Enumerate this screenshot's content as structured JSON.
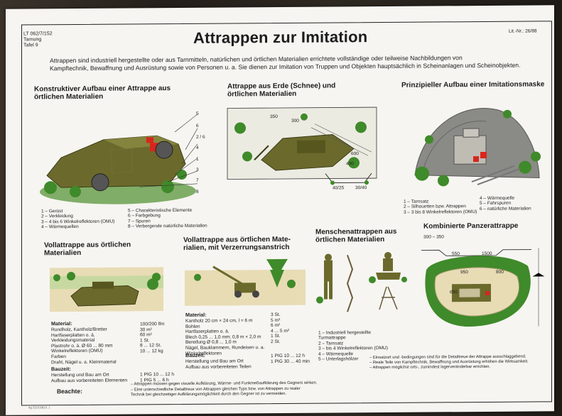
{
  "poster": {
    "code_line1": "LT 062/7/152",
    "code_line2": "Tarnung",
    "code_line3": "Tafel 9",
    "title": "Attrappen zur Imitation",
    "lit_nr": "Lit.-Nr.: 26/88",
    "intro_line1": "Attrappen sind industriell hergestellte oder aus Tarnmitteln, natürlichen und örtlichen Materialien errichtete vollständige oder teilweise Nachbildungen von",
    "intro_line2": "Kampftechnik, Bewaffnung und Ausrüstung sowie von Personen u. a. Sie dienen zur Imitation von Truppen und Objekten hauptsächlich in Scheinanlagen und Scheinobjekten."
  },
  "sections": {
    "s1_title_1": "Konstruktiver Aufbau einer Attrappe aus",
    "s1_title_2": "örtlichen Materialien",
    "s1_legend_left": [
      "1 – Gerüst",
      "2 – Verkleidung",
      "3 – 4 bis 6 Winkelreflektoren (OMU)",
      "4 – Wärmequellen"
    ],
    "s1_legend_right": [
      "5 – Charakteristische Elemente",
      "6 – Farbgebung",
      "7 – Spuren",
      "8 – Verbergende natürliche Materialien"
    ],
    "s1_callouts": [
      "5",
      "6",
      "2 / 6",
      "4",
      "1",
      "3",
      "7",
      "8"
    ],
    "s2_title_1": "Attrappe aus Erde (Schnee) und",
    "s2_title_2": "örtlichen Materialien",
    "s2_dims": [
      "350",
      "300",
      "600",
      "400",
      "40/25",
      "30/40"
    ],
    "s3_title": "Prinzipieller Aufbau einer Imitationsmaske",
    "s3_legend_left": [
      "1 – Tarnsatz",
      "2 – Silhouetten bzw. Attrappen",
      "3 – 3 bis 8 Winkelreflektoren (OMU)"
    ],
    "s3_legend_right": [
      "4 – Wärmequelle",
      "5 – Fahrspuren",
      "6 – natürliche Materialien"
    ],
    "s4_title_1": "Vollattrappe aus örtlichen",
    "s4_title_2": "Materialien",
    "s4_material_label": "Material:",
    "s4_materials": [
      "Rundholz, Kantholz/Bretter",
      "Hartfaserplatten o. ä.",
      "Verkleidungsmaterial",
      "Plastrohr o. ä. Ø 60 ... 80 mm",
      "Winkelreflektoren (OMU)",
      "Farben",
      "Draht, Nägel u. a. Kleinmaterial"
    ],
    "s4_amounts": [
      "100/200 lfm",
      "30 m²",
      "60 m²",
      "1 St.",
      "8 ... 12 St.",
      "10 ... 12 kg",
      ""
    ],
    "s4_bauzeit_label": "Bauzeit:",
    "s4_bauzeit": [
      "Herstellung und Bau am Ort",
      "Aufbau aus vorbereiteten Elementen"
    ],
    "s4_bauzeit_values": [
      "1 PIG 10 ... 12 h",
      "1 PIG 5 ... 6 h"
    ],
    "s5_title_1": "Vollattrappe aus örtlichen Mate-",
    "s5_title_2": "rialien, mit Verzerrungsanstrich",
    "s5_material_label": "Material:",
    "s5_materials": [
      "Kantholz 20 cm × 24 cm, l = 6 m",
      "Bohlen",
      "Hartfaserplatten o. ä.",
      "Blech 0,25 ... 1,0 mm; 0,8 m × 2,0 m",
      "Bereifung Ø 0,8 ... 1,0 m",
      "Nägel, Bauklammern, Rundeisen u. a.",
      "Winkelreflektoren"
    ],
    "s5_amounts": [
      "3 St.",
      "5 m³",
      "6 m²",
      "4 ... 5 m²",
      "1 St.",
      "",
      "2 St."
    ],
    "s5_bauzeit_label": "Bauzeit:",
    "s5_bauzeit": [
      "Herstellung und Bau am Ort",
      "Aufbau aus vorbereiteten Teilen"
    ],
    "s5_bauzeit_values": [
      "1 PIG 10 ... 12 h",
      "1 PIG 30 ... 40 min"
    ],
    "s6_title_1": "Menschenattrappen aus",
    "s6_title_2": "örtlichen Materialien",
    "s7_title": "Kombinierte Panzerattrappe",
    "s7_legend": [
      "1 – Industriell hergestellte",
      "     Turmattrappe",
      "2 – Tarnsatz",
      "3 – bis 4 Winkelreflektoren (OMU)",
      "4 – Wärmequelle",
      "5 – Unterlagshölzer"
    ],
    "s7_dims": [
      "300 – 350",
      "550",
      "1500",
      "950",
      "800",
      "650"
    ],
    "notes_right": [
      "– Einsatzort und -bedingungen sind für die Detailtreue der Attrappe ausschlaggebend.",
      "– Reale Teile von Kampftechnik, Bewaffnung und Ausrüstung erhöhen die Wirksamkeit.",
      "– Attrappen möglichst orts-, zumindest lagerveränderbar errichten."
    ],
    "beachte_label": "Beachte:",
    "beachte": [
      "– Attrappen müssen gegen visuelle Aufklärung, Wärme- und Funkmeßaufklärung des Gegners wirken.",
      "– Eine unterschiedliche Detailtreue von Attrappen gleichen Typs bzw. von Attrappen zu realer",
      "  Technik bei gleichzeitiger Aufklärungsmöglichkeit durch den Gegner ist zu vermeiden."
    ],
    "print_code": "Ag 311/1/281/1 1"
  },
  "colors": {
    "olive": "#6b6a2c",
    "grass": "#3f8a2a",
    "sand": "#e8dcb5",
    "red": "#d9251c"
  }
}
